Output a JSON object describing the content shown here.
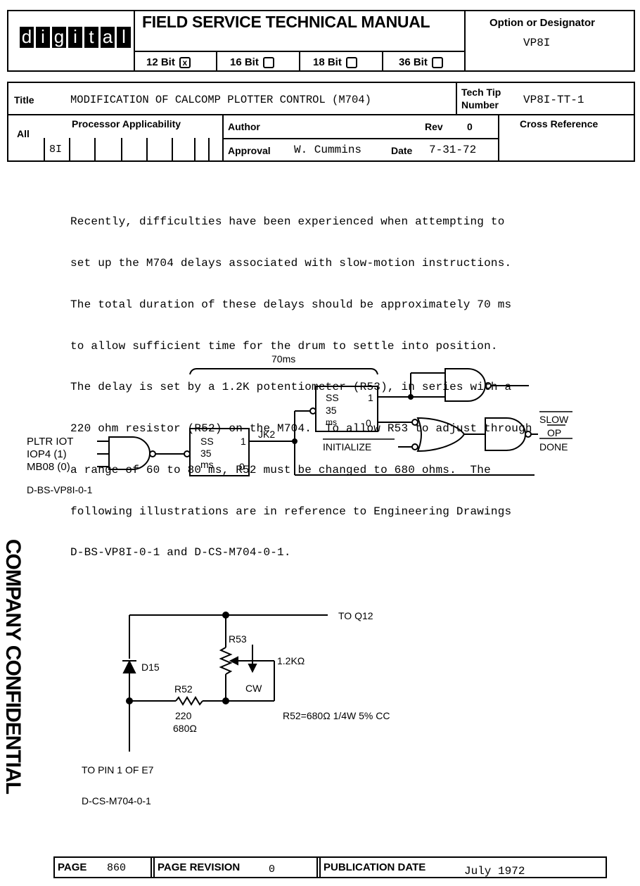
{
  "header": {
    "logo_letters": [
      "d",
      "i",
      "g",
      "i",
      "t",
      "a",
      "l"
    ],
    "manual_title": "FIELD SERVICE TECHNICAL MANUAL",
    "bit_options": [
      {
        "label": "12 Bit",
        "mark": "x"
      },
      {
        "label": "16 Bit",
        "mark": ""
      },
      {
        "label": "18 Bit",
        "mark": ""
      },
      {
        "label": "36 Bit",
        "mark": ""
      }
    ],
    "option_label": "Option or Designator",
    "option_value": "VP8I"
  },
  "info": {
    "title_label": "Title",
    "title_value": "MODIFICATION OF CALCOMP PLOTTER CONTROL (M704)",
    "tech_tip_label_1": "Tech Tip",
    "tech_tip_label_2": "Number",
    "tech_tip_value": "VP8I-TT-1",
    "all_label": "All",
    "processor_label": "Processor Applicability",
    "processor_value": "8I",
    "author_label": "Author",
    "rev_label": "Rev",
    "rev_value": "0",
    "cross_ref_label": "Cross Reference",
    "approval_label": "Approval",
    "approval_value": "W. Cummins",
    "date_label": "Date",
    "date_value": "7-31-72"
  },
  "body_lines": [
    "Recently, difficulties have been experienced when attempting to",
    "set up the M704 delays associated with slow-motion instructions.",
    "The total duration of these delays should be approximately 70 ms",
    "to allow sufficient time for the drum to settle into position.",
    "The delay is set by a 1.2K potentiometer (R53), in series with a",
    "220 ohm resistor (R52) on the M704.  To allow R53 to adjust through",
    "a range of 60 to 80 ms, R52 must be changed to 680 ohms.  The",
    "following illustrations are in reference to Engineering Drawings",
    "D-BS-VP8I-0-1 and D-CS-M704-0-1."
  ],
  "logic_diagram": {
    "duration": "70ms",
    "inputs": [
      "PLTR IOT",
      "IOP4 (1)",
      "MB08 (0)"
    ],
    "ss1": {
      "l1": "SS",
      "l2": "35",
      "l3": "ms",
      "out1": "1",
      "out0": "0"
    },
    "ss2": {
      "l1": "SS",
      "l2": "35",
      "l3": "ms",
      "out1": "1",
      "out0": "0"
    },
    "jk": "JK2",
    "initialize": "INITIALIZE",
    "out_slow": "SLOW",
    "out_op": "OP",
    "out_done": "DONE",
    "drawing_id": "D-BS-VP8I-0-1"
  },
  "circuit_diagram": {
    "to_q12": "TO Q12",
    "r53": "R53",
    "r53_value": "1.2KΩ",
    "cw": "CW",
    "d15": "D15",
    "r52": "R52",
    "r52_old": "220",
    "r52_new": "680Ω",
    "r52_spec": "R52=680Ω 1/4W 5% CC",
    "to_pin": "TO PIN 1 OF E7",
    "drawing_id": "D-CS-M704-0-1"
  },
  "side_stamp": "COMPANY CONFIDENTIAL",
  "footer": {
    "page_label": "PAGE",
    "page_value": "860",
    "revision_label": "PAGE REVISION",
    "revision_value": "0",
    "pubdate_label": "PUBLICATION DATE",
    "pubdate_value": "July 1972"
  }
}
